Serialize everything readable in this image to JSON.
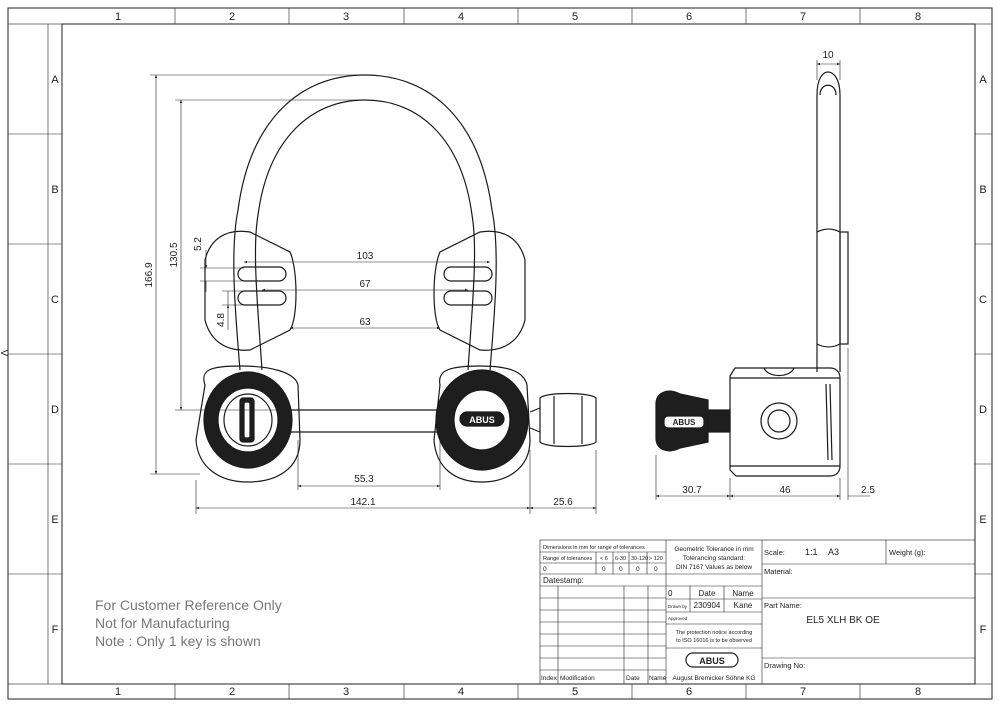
{
  "grid": {
    "cols": [
      "1",
      "2",
      "3",
      "4",
      "5",
      "6",
      "7",
      "8"
    ],
    "rows": [
      "A",
      "B",
      "C",
      "D",
      "E",
      "F"
    ],
    "edge_mark": "V"
  },
  "dimensions": {
    "d10": "10",
    "d103": "103",
    "d67": "67",
    "d63": "63",
    "d5_2": "5.2",
    "d4_8": "4.8",
    "d130_5": "130.5",
    "d166_9": "166.9",
    "d55_3": "55.3",
    "d142_1": "142.1",
    "d25_6": "25.6",
    "d30_7": "30.7",
    "d46": "46",
    "d2_5": "2.5"
  },
  "brand": {
    "logo": "ABUS"
  },
  "notes": [
    "For Customer Reference Only",
    "Not for Manufacturing",
    "Note : Only 1 key is shown"
  ],
  "title_block": {
    "tol_title": "Dimensions in mm for range of tolerances",
    "tol_headers": [
      "Range of tolerances",
      "< 6",
      "6-30",
      "30-120",
      "> 120"
    ],
    "tol_values": [
      "0",
      "0",
      "0",
      "0",
      "0"
    ],
    "datestamp": "Datestamp:",
    "index": "Index",
    "modification": "Modification",
    "date": "Date",
    "name": "Name",
    "geo_lines": [
      "Geometric Tolerance in mm",
      "Tolerancing standard:",
      "DIN 7167 Values as below"
    ],
    "rev": "0",
    "date_header": "Date",
    "name_header": "Name",
    "drawn_by": "Drawn by",
    "drawn_date": "230904",
    "drawn_name": "Kane",
    "approved": "Approved",
    "protection": [
      "The protection notice according",
      "to ISO 16016 is to be observed"
    ],
    "company": "August Bremicker Söhne KG",
    "scale_label": "Scale:",
    "scale_value": "1:1",
    "format": "A3",
    "weight": "Weight (g):",
    "material": "Material:",
    "part_name_label": "Part Name:",
    "part_name": "EL5 XLH BK OE",
    "drawing_no": "Drawing No:"
  }
}
